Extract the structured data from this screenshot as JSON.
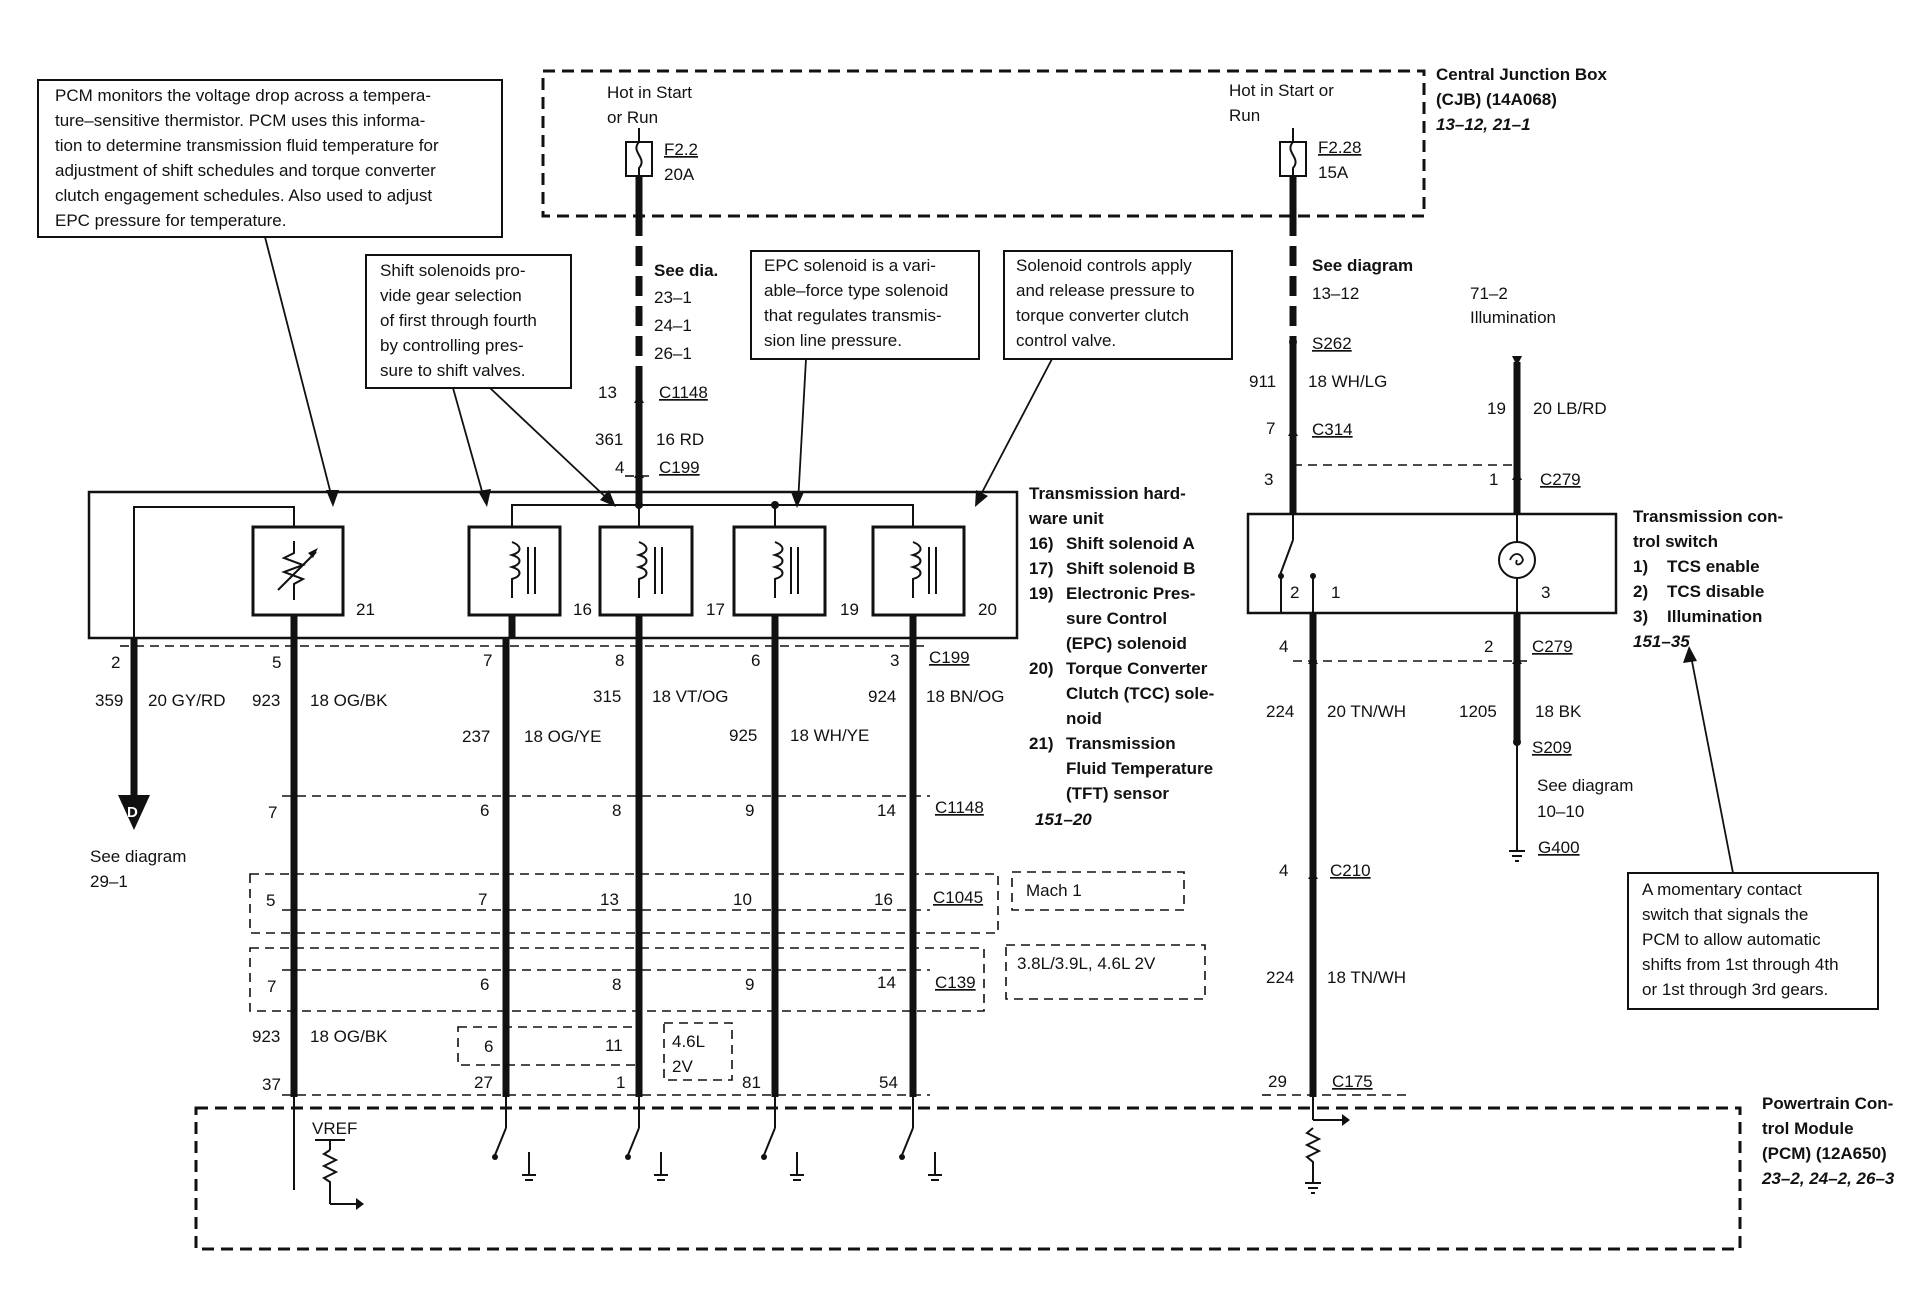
{
  "notes": {
    "tft": [
      "PCM monitors the voltage drop across a tempera-",
      "ture–sensitive thermistor. PCM uses this informa-",
      "tion to determine transmission fluid temperature for",
      "adjustment of shift schedules and torque converter",
      "clutch engagement schedules. Also used to adjust",
      "EPC pressure for temperature."
    ],
    "shift": [
      "Shift solenoids pro-",
      "vide gear selection",
      "of first through fourth",
      "by controlling pres-",
      "sure to shift valves."
    ],
    "epc": [
      "EPC solenoid is a vari-",
      "able–force type solenoid",
      "that regulates transmis-",
      "sion line pressure."
    ],
    "tcc": [
      "Solenoid controls apply",
      "and release pressure to",
      "torque converter clutch",
      "control valve."
    ],
    "tcs": [
      "A momentary contact",
      "switch that signals the",
      "PCM to allow automatic",
      "shifts from 1st through 4th",
      "or 1st through 3rd gears."
    ]
  },
  "cjb": {
    "title": "Central Junction Box",
    "subtitle": "(CJB) (14A068)",
    "ref": "13–12, 21–1",
    "hot_left": [
      "Hot in Start",
      "or Run"
    ],
    "hot_right": [
      "Hot in Start or",
      "Run"
    ],
    "fuse_left": {
      "name": "F2.2",
      "rating": "20A"
    },
    "fuse_right": {
      "name": "F2.28",
      "rating": "15A"
    }
  },
  "see_dia_left": [
    "See dia.",
    "23–1",
    "24–1",
    "26–1"
  ],
  "see_diagram_1312": [
    "See diagram",
    "13–12"
  ],
  "illumination": [
    "71–2",
    "Illumination"
  ],
  "trans_hw": {
    "title": [
      "Transmission hard-",
      "ware unit"
    ],
    "items": [
      [
        "16)",
        "Shift solenoid A"
      ],
      [
        "17)",
        "Shift solenoid B"
      ],
      [
        "19)",
        "Electronic Pres-"
      ],
      [
        "",
        "sure Control"
      ],
      [
        "",
        "(EPC) solenoid"
      ],
      [
        "20)",
        "Torque Converter"
      ],
      [
        "",
        "Clutch (TCC) sole-"
      ],
      [
        "",
        "noid"
      ],
      [
        "21)",
        "Transmission"
      ],
      [
        "",
        "Fluid Temperature"
      ],
      [
        "",
        "(TFT) sensor"
      ]
    ],
    "ref": "151–20",
    "component_numbers": [
      "21",
      "16",
      "17",
      "19",
      "20"
    ]
  },
  "tcs": {
    "title": [
      "Transmission con-",
      "trol switch"
    ],
    "items": [
      [
        "1)",
        "TCS enable"
      ],
      [
        "2)",
        "TCS disable"
      ],
      [
        "3)",
        "Illumination"
      ]
    ],
    "ref": "151–35"
  },
  "pcm": {
    "title": [
      "Powertrain Con-",
      "trol Module",
      "(PCM) (12A650)"
    ],
    "ref": "23–2, 24–2, 26–3",
    "vref": "VREF"
  },
  "connectors": {
    "c1148_top": "C1148",
    "c199_top": "C199",
    "c199": "C199",
    "c1148": "C1148",
    "c1045": "C1045",
    "c139": "C139",
    "c175": "C175",
    "s262": "S262",
    "c314": "C314",
    "c279_top": "C279",
    "c279": "C279",
    "c210": "C210",
    "s209": "S209",
    "g400": "G400"
  },
  "pins": {
    "top_13": "13",
    "top_4": "4",
    "c314_7": "7",
    "sw_3": "3",
    "sw_1": "1",
    "sw_19": "19",
    "sw_pin2": "2",
    "sw_pin1": "1",
    "sw_pin3": "3",
    "c279_4": "4",
    "c279_2": "2",
    "c210_4": "4",
    "c175_29": "29",
    "c199_row": [
      "2",
      "5",
      "7",
      "8",
      "6",
      "3"
    ],
    "c1148_row": [
      "7",
      "6",
      "8",
      "9",
      "14"
    ],
    "c1045_row": [
      "5",
      "7",
      "13",
      "10",
      "16"
    ],
    "c139_row": [
      "7",
      "6",
      "8",
      "9",
      "14"
    ],
    "c175_row": [
      "37",
      "27",
      "1",
      "81",
      "54"
    ],
    "alt_6": "6",
    "alt_11": "11"
  },
  "wires": {
    "w361": {
      "circuit": "361",
      "label": "16 RD"
    },
    "w911": {
      "circuit": "911",
      "label": "18 WH/LG"
    },
    "w19": {
      "label": "20 LB/RD"
    },
    "w359": {
      "circuit": "359",
      "label": "20 GY/RD"
    },
    "w923a": {
      "circuit": "923",
      "label": "18 OG/BK"
    },
    "w315": {
      "circuit": "315",
      "label": "18 VT/OG"
    },
    "w924": {
      "circuit": "924",
      "label": "18 BN/OG"
    },
    "w237": {
      "circuit": "237",
      "label": "18 OG/YE"
    },
    "w925": {
      "circuit": "925",
      "label": "18 WH/YE"
    },
    "w923b": {
      "circuit": "923",
      "label": "18 OG/BK"
    },
    "w224a": {
      "circuit": "224",
      "label": "20 TN/WH"
    },
    "w224b": {
      "circuit": "224",
      "label": "18 TN/WH"
    },
    "w1205": {
      "circuit": "1205",
      "label": "18 BK"
    }
  },
  "see_diagram_d": {
    "letter": "D",
    "text": [
      "See diagram",
      "29–1"
    ]
  },
  "see_diagram_1010": [
    "See diagram",
    "10–10"
  ],
  "variants": {
    "mach1": "Mach 1",
    "v6": "3.8L/3.9L, 4.6L 2V",
    "v8": [
      "4.6L",
      "2V"
    ]
  }
}
